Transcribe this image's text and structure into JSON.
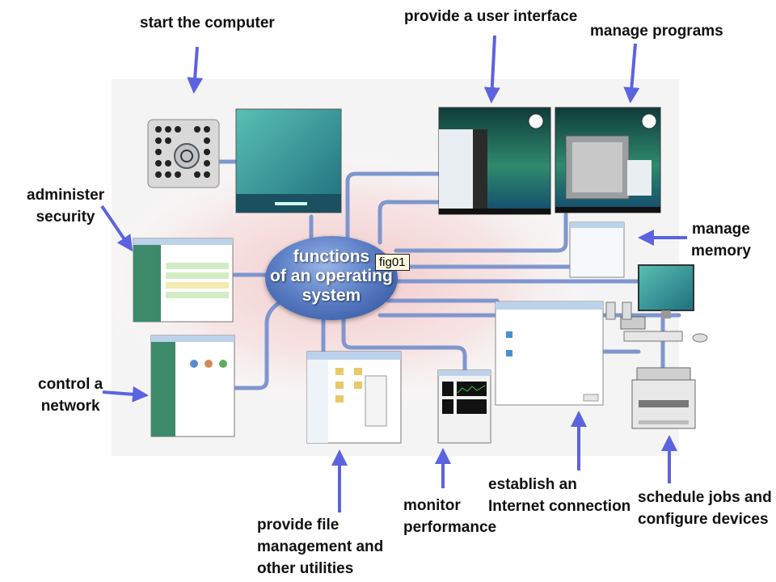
{
  "diagram": {
    "center_label_lines": [
      "functions",
      "of an operating",
      "system"
    ],
    "tag": "fig01",
    "labels": {
      "start": [
        "start the computer"
      ],
      "ui": [
        "provide a user interface"
      ],
      "programs": [
        "manage programs"
      ],
      "security": [
        "administer",
        "security"
      ],
      "memory": [
        "manage",
        "memory"
      ],
      "network": [
        "control a",
        "network"
      ],
      "files": [
        "provide file",
        "management and",
        "other utilities"
      ],
      "monitor": [
        "monitor",
        "performance"
      ],
      "internet": [
        "establish an",
        "Internet connection"
      ],
      "schedule": [
        "schedule jobs and",
        "configure devices"
      ]
    }
  },
  "colors": {
    "arrow": "#5b63e0",
    "line": "#7f96cf",
    "hub": "#3d62b0",
    "glow": "#f6d4d4"
  }
}
